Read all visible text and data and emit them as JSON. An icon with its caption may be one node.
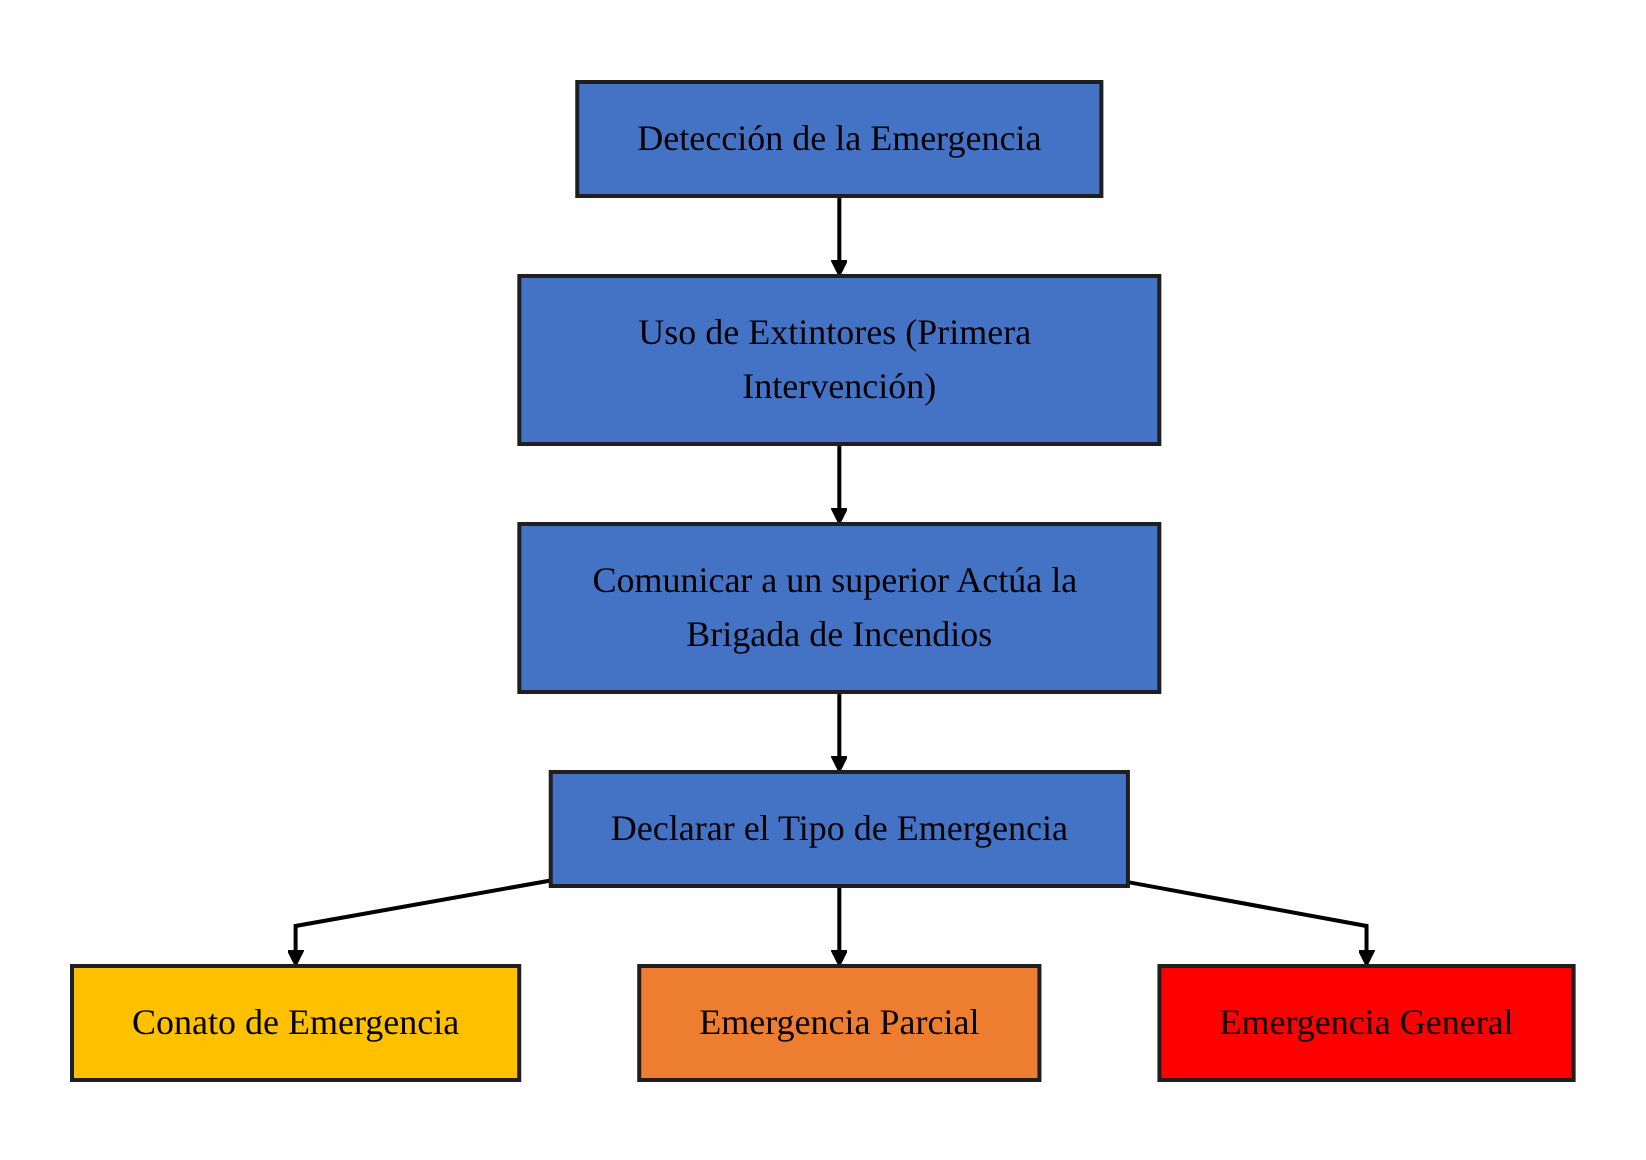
{
  "diagram": {
    "nodes": [
      {
        "text": [
          "Detección de la Emergencia"
        ]
      },
      {
        "text": [
          "Uso de Extintores (Primera Intervención)"
        ]
      },
      {
        "text": [
          "Comunicar a un superior Actúa la Brigada de Incendios"
        ]
      },
      {
        "text": [
          "Declarar el Tipo de Emergencia"
        ]
      },
      {
        "text": [
          "Conato de Emergencia"
        ]
      },
      {
        "text": [
          "Emergencia Parcial"
        ]
      },
      {
        "text": [
          "Emergencia General"
        ]
      }
    ],
    "edges": [
      {
        "from": 0,
        "to": 1,
        "arrow": "to"
      },
      {
        "from": 1,
        "to": 2,
        "arrow": "to"
      },
      {
        "from": 2,
        "to": 3,
        "arrow": "to"
      },
      {
        "from": 3,
        "to": 4,
        "arrow": "to"
      },
      {
        "from": 3,
        "to": 5,
        "arrow": "to"
      },
      {
        "from": 3,
        "to": 6,
        "arrow": "to"
      }
    ]
  }
}
